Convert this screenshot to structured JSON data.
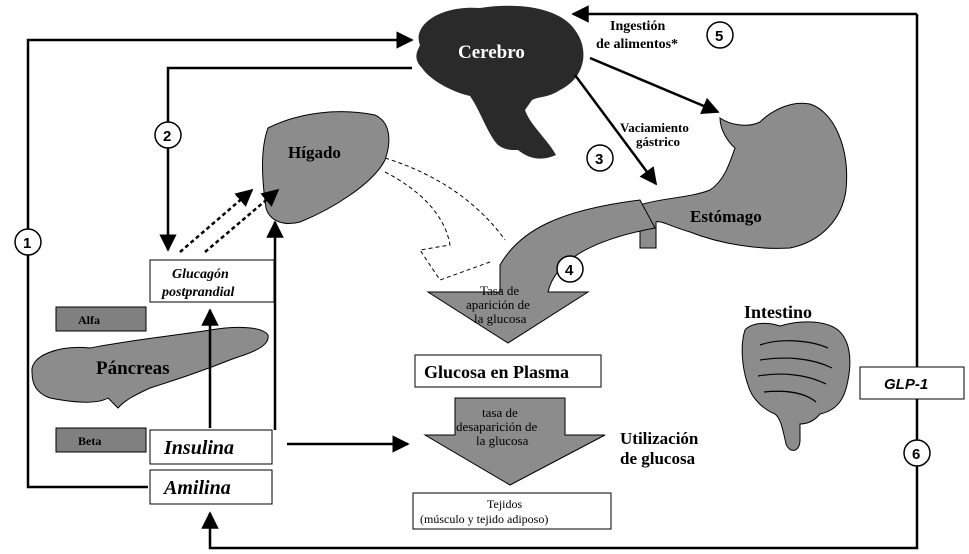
{
  "diagram": {
    "organs": {
      "brain": "Cerebro",
      "liver": "Hígado",
      "stomach": "Estómago",
      "pancreas": "Páncreas",
      "intestine": "Intestino"
    },
    "cells": {
      "alpha": "Alfa",
      "beta": "Beta"
    },
    "hormones": {
      "glucagon_line1": "Glucagón",
      "glucagon_line2": "postprandial",
      "insulin": "Insulina",
      "amylin": "Amilina",
      "glp1": "GLP-1"
    },
    "labels": {
      "food_intake_line1": "Ingestión",
      "food_intake_line2": "de alimentos*",
      "gastric_emptying_line1": "Vaciamiento",
      "gastric_emptying_line2": "gástrico",
      "appearance_line1": "Tasa de",
      "appearance_line2": "aparición de",
      "appearance_line3": "la glucosa",
      "plasma_glucose": "Glucosa en Plasma",
      "disappearance_line1": "tasa de",
      "disappearance_line2": "desaparición de",
      "disappearance_line3": "la glucosa",
      "utilization_line1": "Utilización",
      "utilization_line2": "de glucosa",
      "tissues_line1": "Tejidos",
      "tissues_line2": "(músculo y tejido adiposo)"
    },
    "pathway_numbers": [
      "1",
      "2",
      "3",
      "4",
      "5",
      "6"
    ],
    "colors": {
      "brain": "#2a2a2a",
      "organ_gray": "#8c8c8c",
      "cell_box": "#808080",
      "arrow": "#000000"
    }
  }
}
